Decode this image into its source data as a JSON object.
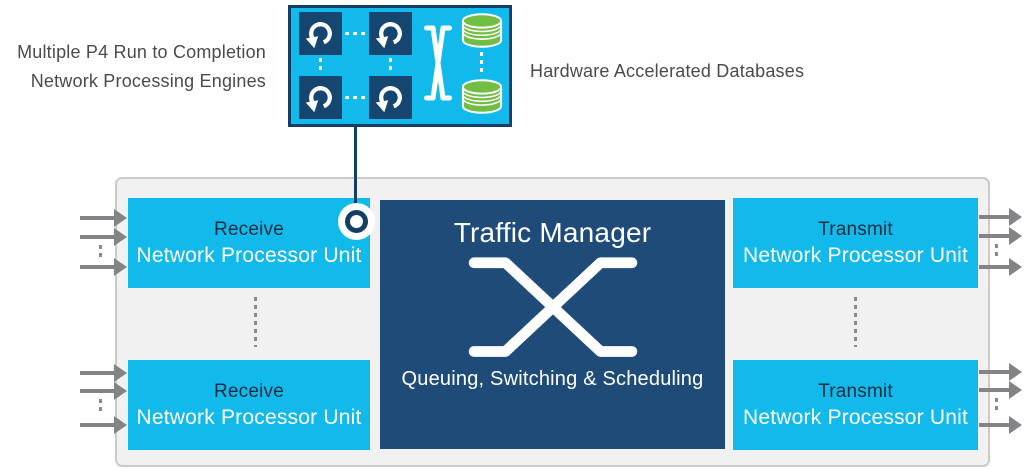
{
  "callout": {
    "left_label_line1": "Multiple P4 Run to Completion",
    "left_label_line2": "Network Processing Engines",
    "right_label": "Hardware Accelerated Databases",
    "engine_icon": "refresh-circular-arrow-icon",
    "crossbar_icon": "crossbar-x-icon",
    "database_icon": "database-cylinder-icon"
  },
  "chassis": {
    "receive_units": [
      {
        "title": "Receive",
        "subtitle": "Network Processor Unit"
      },
      {
        "title": "Receive",
        "subtitle": "Network Processor Unit"
      }
    ],
    "transmit_units": [
      {
        "title": "Transmit",
        "subtitle": "Network Processor Unit"
      },
      {
        "title": "Transmit",
        "subtitle": "Network Processor Unit"
      }
    ],
    "traffic_manager": {
      "title": "Traffic Manager",
      "subtitle": "Queuing, Switching & Scheduling"
    }
  },
  "colors": {
    "cyan": "#12BAEB",
    "navy": "#1F4B78",
    "navy-deep": "#16466F",
    "navy-line": "#133F66",
    "green": "#72BE44",
    "gray-arrow": "#828487",
    "container-fill": "#F1F1F2",
    "container-border": "#C9CACB",
    "label-gray": "#4B4B4B",
    "title-dark": "#132C3F"
  }
}
